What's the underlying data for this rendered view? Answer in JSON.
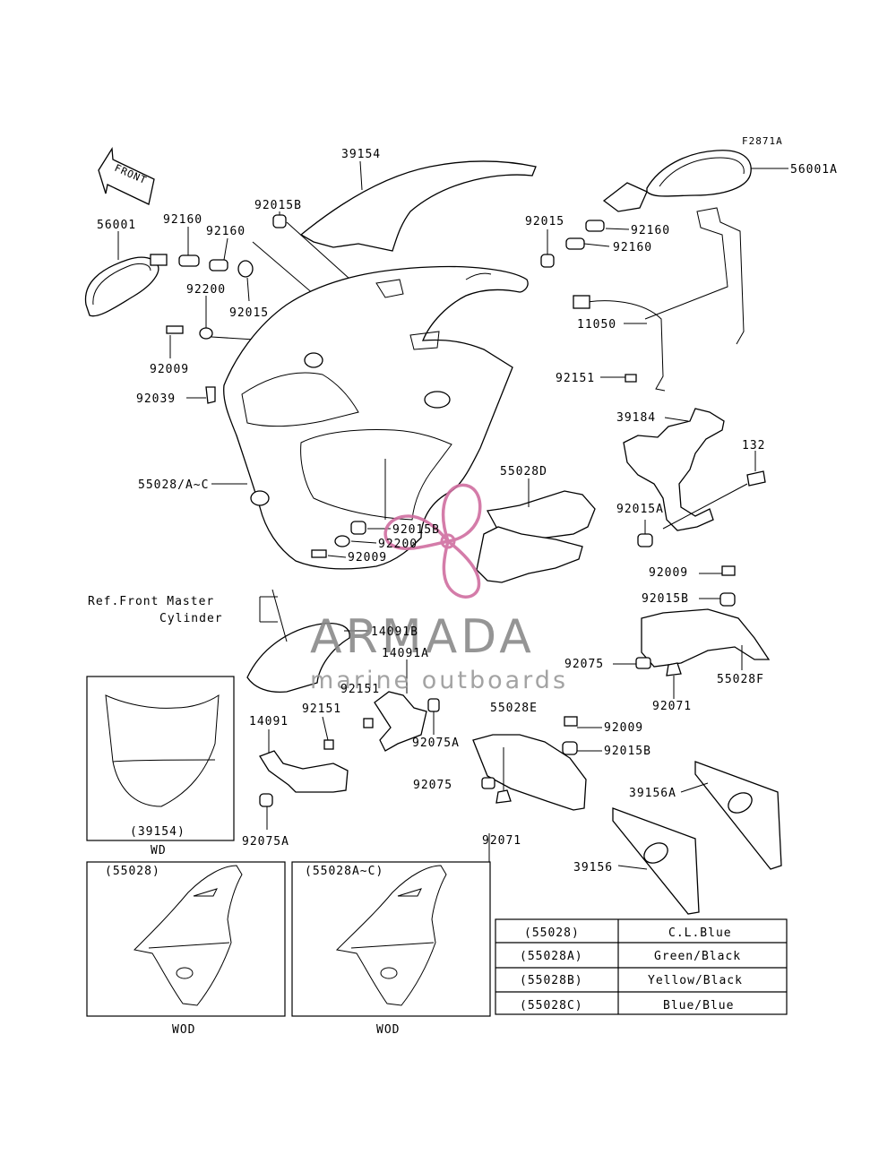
{
  "figure_code": "F2871A",
  "front_arrow_label": "FRONT",
  "ref_note": {
    "line1": "Ref.Front Master",
    "line2": "Cylinder"
  },
  "parts": {
    "p39154": "39154",
    "p56001A": "56001A",
    "p56001": "56001",
    "p92160_a": "92160",
    "p92160_b": "92160",
    "p92015B_top": "92015B",
    "p92015_left": "92015",
    "p92200_left": "92200",
    "p92009_left": "92009",
    "p92039": "92039",
    "p55028AC": "55028/A~C",
    "p92015_right": "92015",
    "p92160_r1": "92160",
    "p92160_r2": "92160",
    "p11050": "11050",
    "p92151_right": "92151",
    "p39184": "39184",
    "p132": "132",
    "p92015A": "92015A",
    "p55028D": "55028D",
    "p92015B_mid": "92015B",
    "p92200_mid": "92200",
    "p92009_mid": "92009",
    "p92009_r1": "92009",
    "p92015B_r1": "92015B",
    "p92075_r": "92075",
    "p55028F": "55028F",
    "p92071_r": "92071",
    "p14091B": "14091B",
    "p14091A": "14091A",
    "p92151_mid": "92151",
    "p92075A_mid": "92075A",
    "p55028E": "55028E",
    "p14091": "14091",
    "p92151_left": "92151",
    "p92075A_left": "92075A",
    "p92009_r2": "92009",
    "p92015B_r2": "92015B",
    "p92075_low": "92075",
    "p92071_low": "92071",
    "p39156A": "39156A",
    "p39156": "39156"
  },
  "insets": {
    "wd": {
      "part": "(39154)",
      "caption": "WD"
    },
    "wod1": {
      "part": "(55028)",
      "caption": "WOD"
    },
    "wod2": {
      "part": "(55028A~C)",
      "caption": "WOD"
    }
  },
  "color_table": {
    "rows": [
      {
        "code": "(55028)",
        "color": "C.L.Blue"
      },
      {
        "code": "(55028A)",
        "color": "Green/Black"
      },
      {
        "code": "(55028B)",
        "color": "Yellow/Black"
      },
      {
        "code": "(55028C)",
        "color": "Blue/Blue"
      }
    ]
  },
  "watermark": {
    "title": "ARMADA",
    "subtitle": "marine outboards",
    "accent_color": "#d06ea0"
  }
}
